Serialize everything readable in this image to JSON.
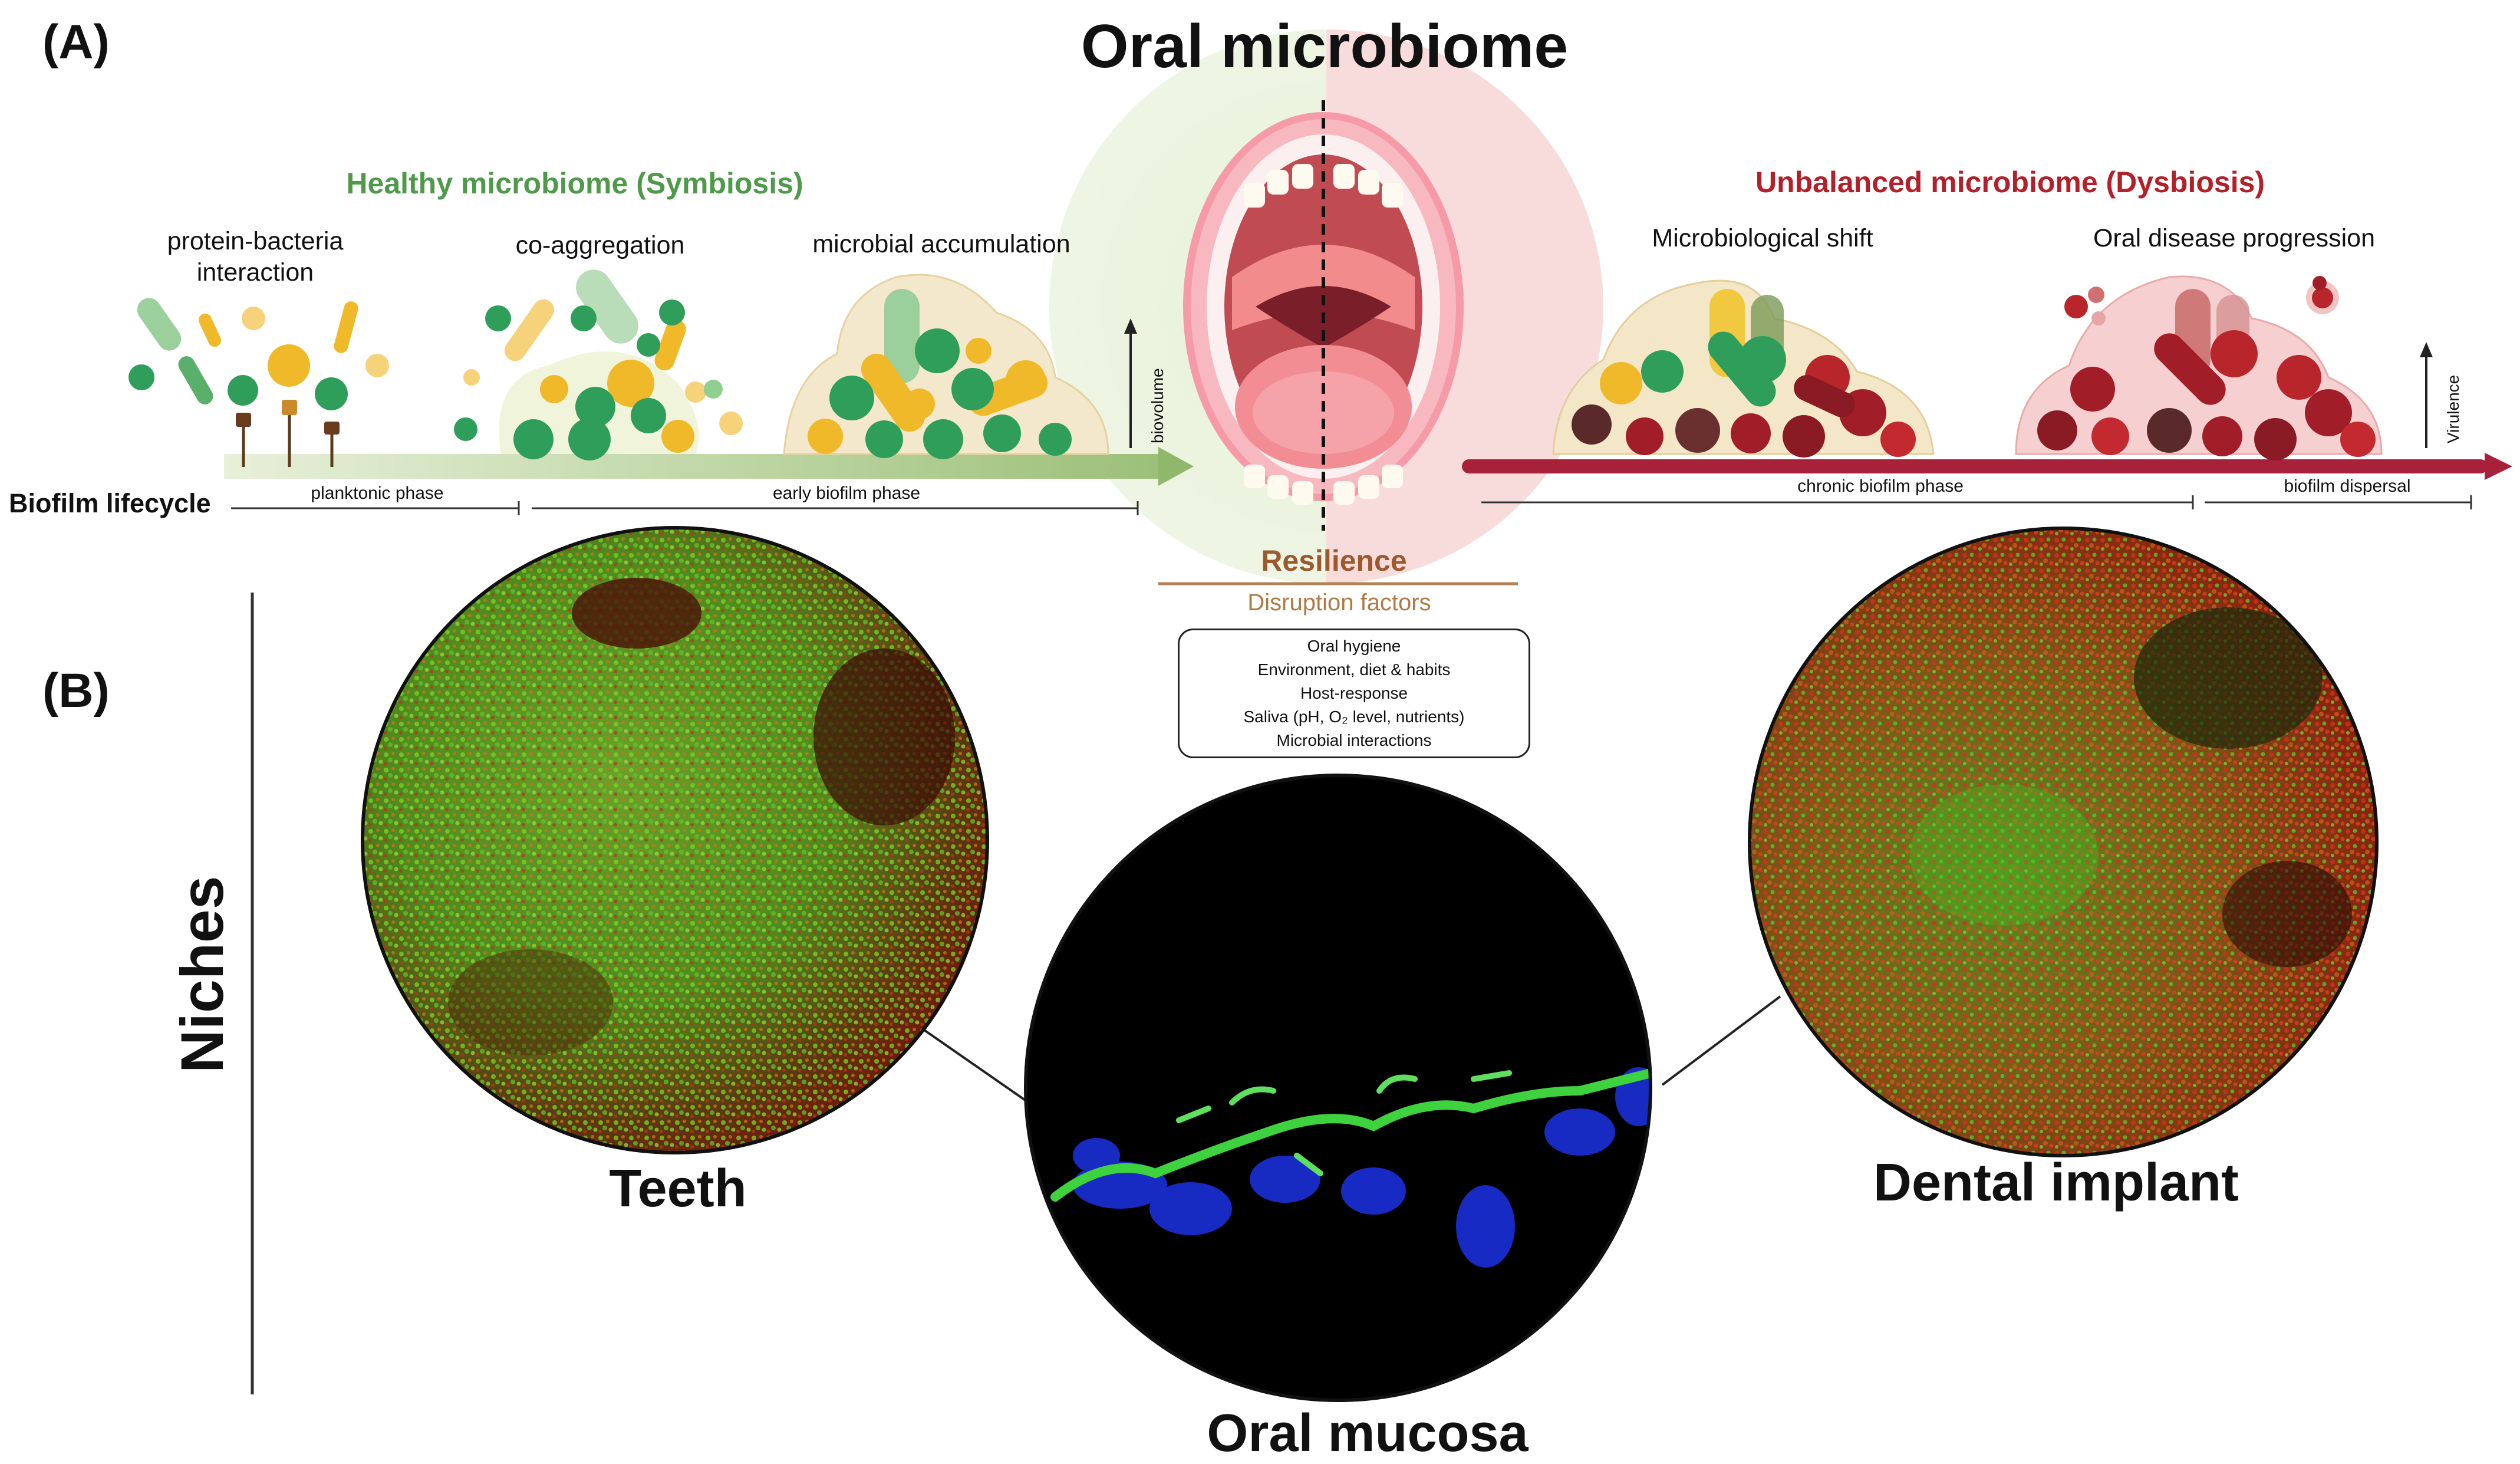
{
  "panel_a": {
    "label": "(A)",
    "title": "Oral microbiome",
    "healthy_title": "Healthy microbiome (Symbiosis)",
    "unbalanced_title": "Unbalanced microbiome (Dysbiosis)",
    "stages": {
      "protein_bacteria_1": "protein-bacteria",
      "protein_bacteria_2": "interaction",
      "coaggregation": "co-aggregation",
      "accumulation": "microbial accumulation",
      "shift": "Microbiological shift",
      "progression": "Oral disease progression"
    },
    "lifecycle_label": "Biofilm lifecycle",
    "phases": {
      "planktonic": "planktonic phase",
      "early": "early biofilm phase",
      "chronic": "chronic biofilm phase",
      "dispersal": "biofilm dispersal"
    },
    "axis_biovolume": "biovolume",
    "axis_virulence": "Virulence",
    "resilience": "Resilience",
    "disruption_title": "Disruption factors",
    "disruption_factors": [
      "Oral hygiene",
      "Environment, diet & habits",
      "Host-response",
      "Saliva (pH, O₂ level, nutrients)",
      "Microbial interactions"
    ]
  },
  "panel_b": {
    "label": "(B)",
    "side_title": "Niches",
    "niches": {
      "teeth": "Teeth",
      "mucosa": "Oral mucosa",
      "implant": "Dental implant"
    }
  },
  "colors": {
    "healthy_green": "#4e9a4a",
    "dysbiosis_red": "#b3202a",
    "resilience_brown": "#9b5a2e",
    "arrow_green": "#a9c98a",
    "arrow_red": "#a8213a"
  }
}
